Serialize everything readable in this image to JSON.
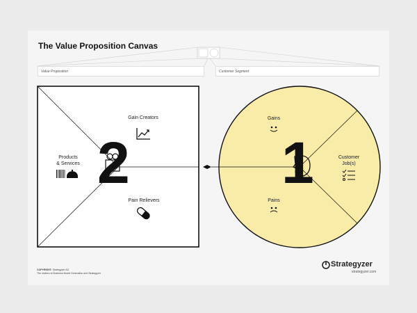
{
  "title": "The Value Proposition Canvas",
  "value_proposition_label": "Value Proposition",
  "customer_segment_label": "Customer Segment",
  "left": {
    "number": "2",
    "gain_creators": "Gain Creators",
    "products_services_line1": "Products",
    "products_services_line2": "& Services",
    "pain_relievers": "Pain Relievers"
  },
  "right": {
    "number": "1",
    "gains": "Gains",
    "pains": "Pains",
    "customer_jobs_line1": "Customer",
    "customer_jobs_line2": "Job(s)",
    "fill_color": "#f8eca8"
  },
  "footer": {
    "copyright_prefix": "COPYRIGHT:",
    "copyright_holder": "Strategyzer AG",
    "copyright_note": "The makers of Business Model Generation and Strategyzer",
    "brand": "Strategyzer",
    "url": "strategyzer.com"
  }
}
